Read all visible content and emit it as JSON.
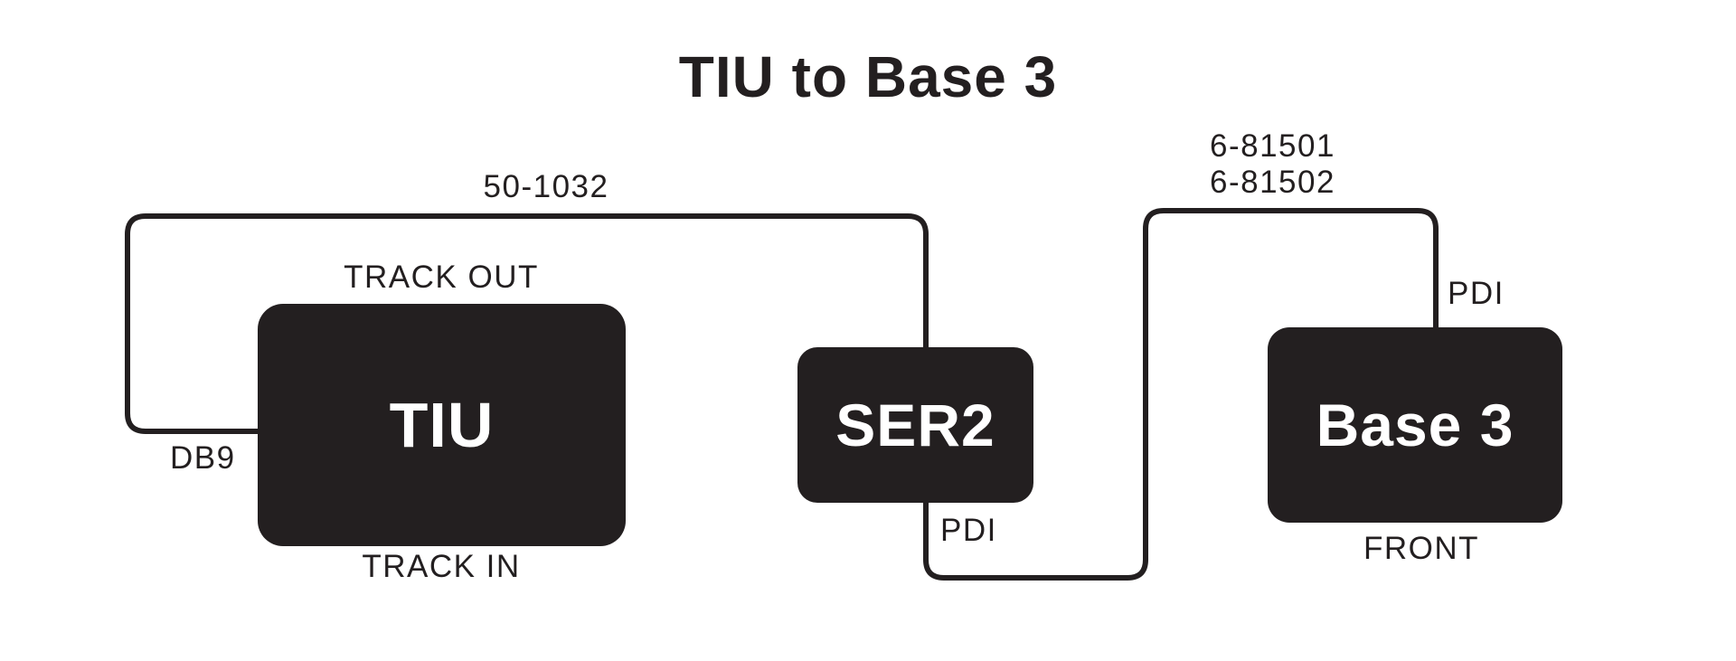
{
  "title": "TIU to Base 3",
  "colors": {
    "ink": "#231F20",
    "device_fill": "#231F20",
    "device_text": "#FFFFFF",
    "background": "#FFFFFF"
  },
  "devices": {
    "tiu": {
      "name": "TIU",
      "port_top": "TRACK OUT",
      "port_bottom": "TRACK IN",
      "port_left": "DB9"
    },
    "ser2": {
      "name": "SER2",
      "port_bottom": "PDI"
    },
    "base3": {
      "name": "Base 3",
      "port_top": "PDI",
      "caption": "FRONT"
    }
  },
  "cables": {
    "tiu_to_ser2": {
      "part_number": "50-1032",
      "from": "TIU DB9",
      "to": "SER2 top"
    },
    "ser2_to_base3": {
      "part_numbers": [
        "6-81501",
        "6-81502"
      ],
      "from": "SER2 PDI",
      "to": "Base 3 PDI"
    }
  }
}
